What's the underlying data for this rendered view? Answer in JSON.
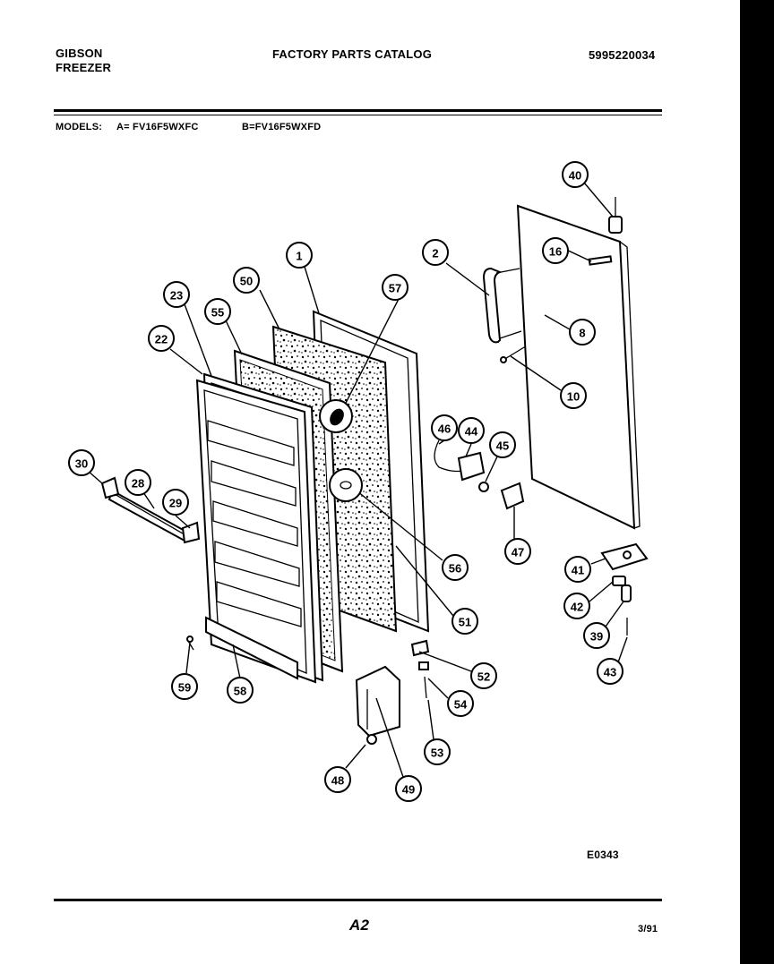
{
  "header": {
    "brand_line1": "GIBSON",
    "brand_line2": "FREEZER",
    "catalog_title": "FACTORY PARTS CATALOG",
    "catalog_number": "5995220034"
  },
  "models": {
    "label": "MODELS:",
    "model_a": "A= FV16F5WXFC",
    "model_b": "B=FV16F5WXFD"
  },
  "diagram": {
    "callouts": [
      "1",
      "2",
      "8",
      "10",
      "16",
      "22",
      "23",
      "28",
      "29",
      "30",
      "39",
      "40",
      "41",
      "42",
      "43",
      "44",
      "45",
      "46",
      "47",
      "48",
      "49",
      "50",
      "51",
      "52",
      "53",
      "54",
      "55",
      "56",
      "57",
      "58",
      "59"
    ]
  },
  "footer": {
    "drawing_code": "E0343",
    "page_label": "A2",
    "date": "3/91"
  },
  "colors": {
    "ink": "#000000",
    "paper": "#ffffff"
  }
}
